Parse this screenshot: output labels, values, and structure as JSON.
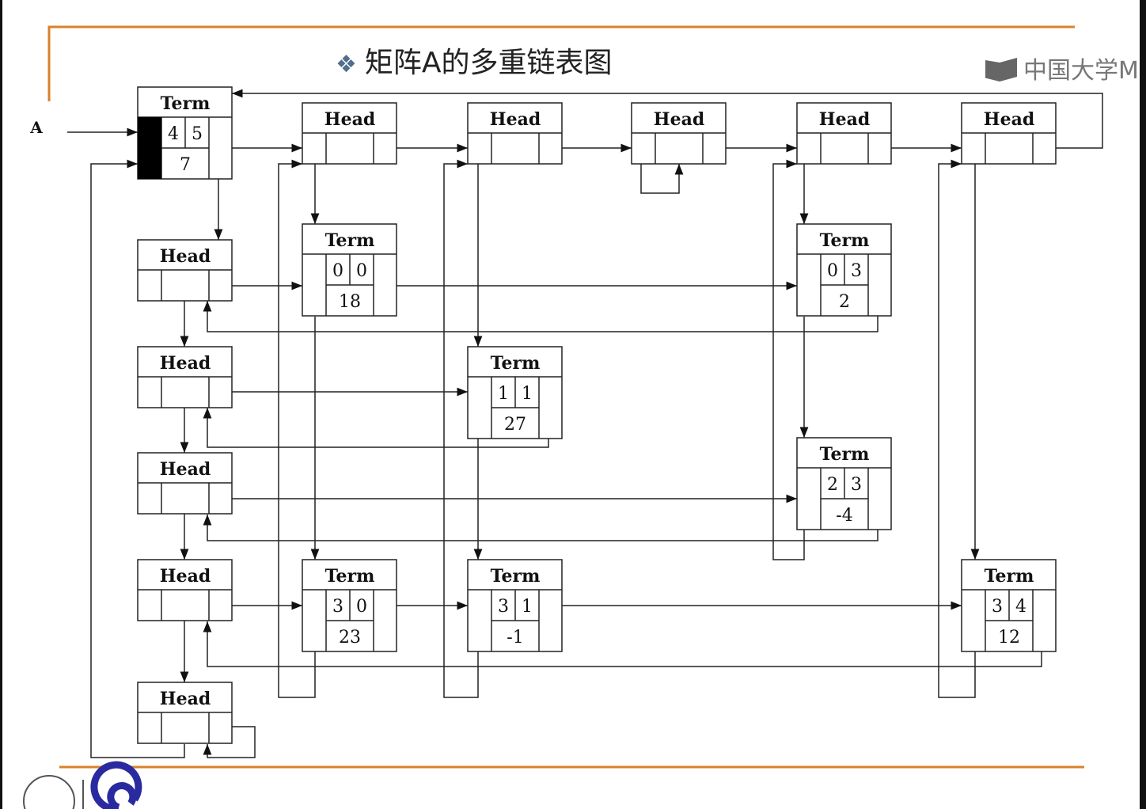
{
  "title": "矩阵A的多重链表图",
  "watermark": "中国大学MOOC",
  "pointer_label": "A",
  "colors": {
    "accent_line": "#d9822b",
    "title_bullet": "#4f6f8f",
    "logo_blue": "#2a2aa0"
  },
  "diagram": {
    "root": {
      "label": "Term",
      "row": "4",
      "col": "5",
      "value": "7"
    },
    "column_heads": [
      {
        "label": "Head"
      },
      {
        "label": "Head"
      },
      {
        "label": "Head"
      },
      {
        "label": "Head"
      },
      {
        "label": "Head"
      }
    ],
    "row_heads": [
      {
        "label": "Head"
      },
      {
        "label": "Head"
      },
      {
        "label": "Head"
      },
      {
        "label": "Head"
      },
      {
        "label": "Head"
      }
    ],
    "terms": [
      {
        "label": "Term",
        "row": "0",
        "col": "0",
        "value": "18"
      },
      {
        "label": "Term",
        "row": "1",
        "col": "1",
        "value": "27"
      },
      {
        "label": "Term",
        "row": "0",
        "col": "3",
        "value": "2"
      },
      {
        "label": "Term",
        "row": "2",
        "col": "3",
        "value": "-4"
      },
      {
        "label": "Term",
        "row": "3",
        "col": "0",
        "value": "23"
      },
      {
        "label": "Term",
        "row": "3",
        "col": "1",
        "value": "-1"
      },
      {
        "label": "Term",
        "row": "3",
        "col": "4",
        "value": "12"
      }
    ]
  }
}
